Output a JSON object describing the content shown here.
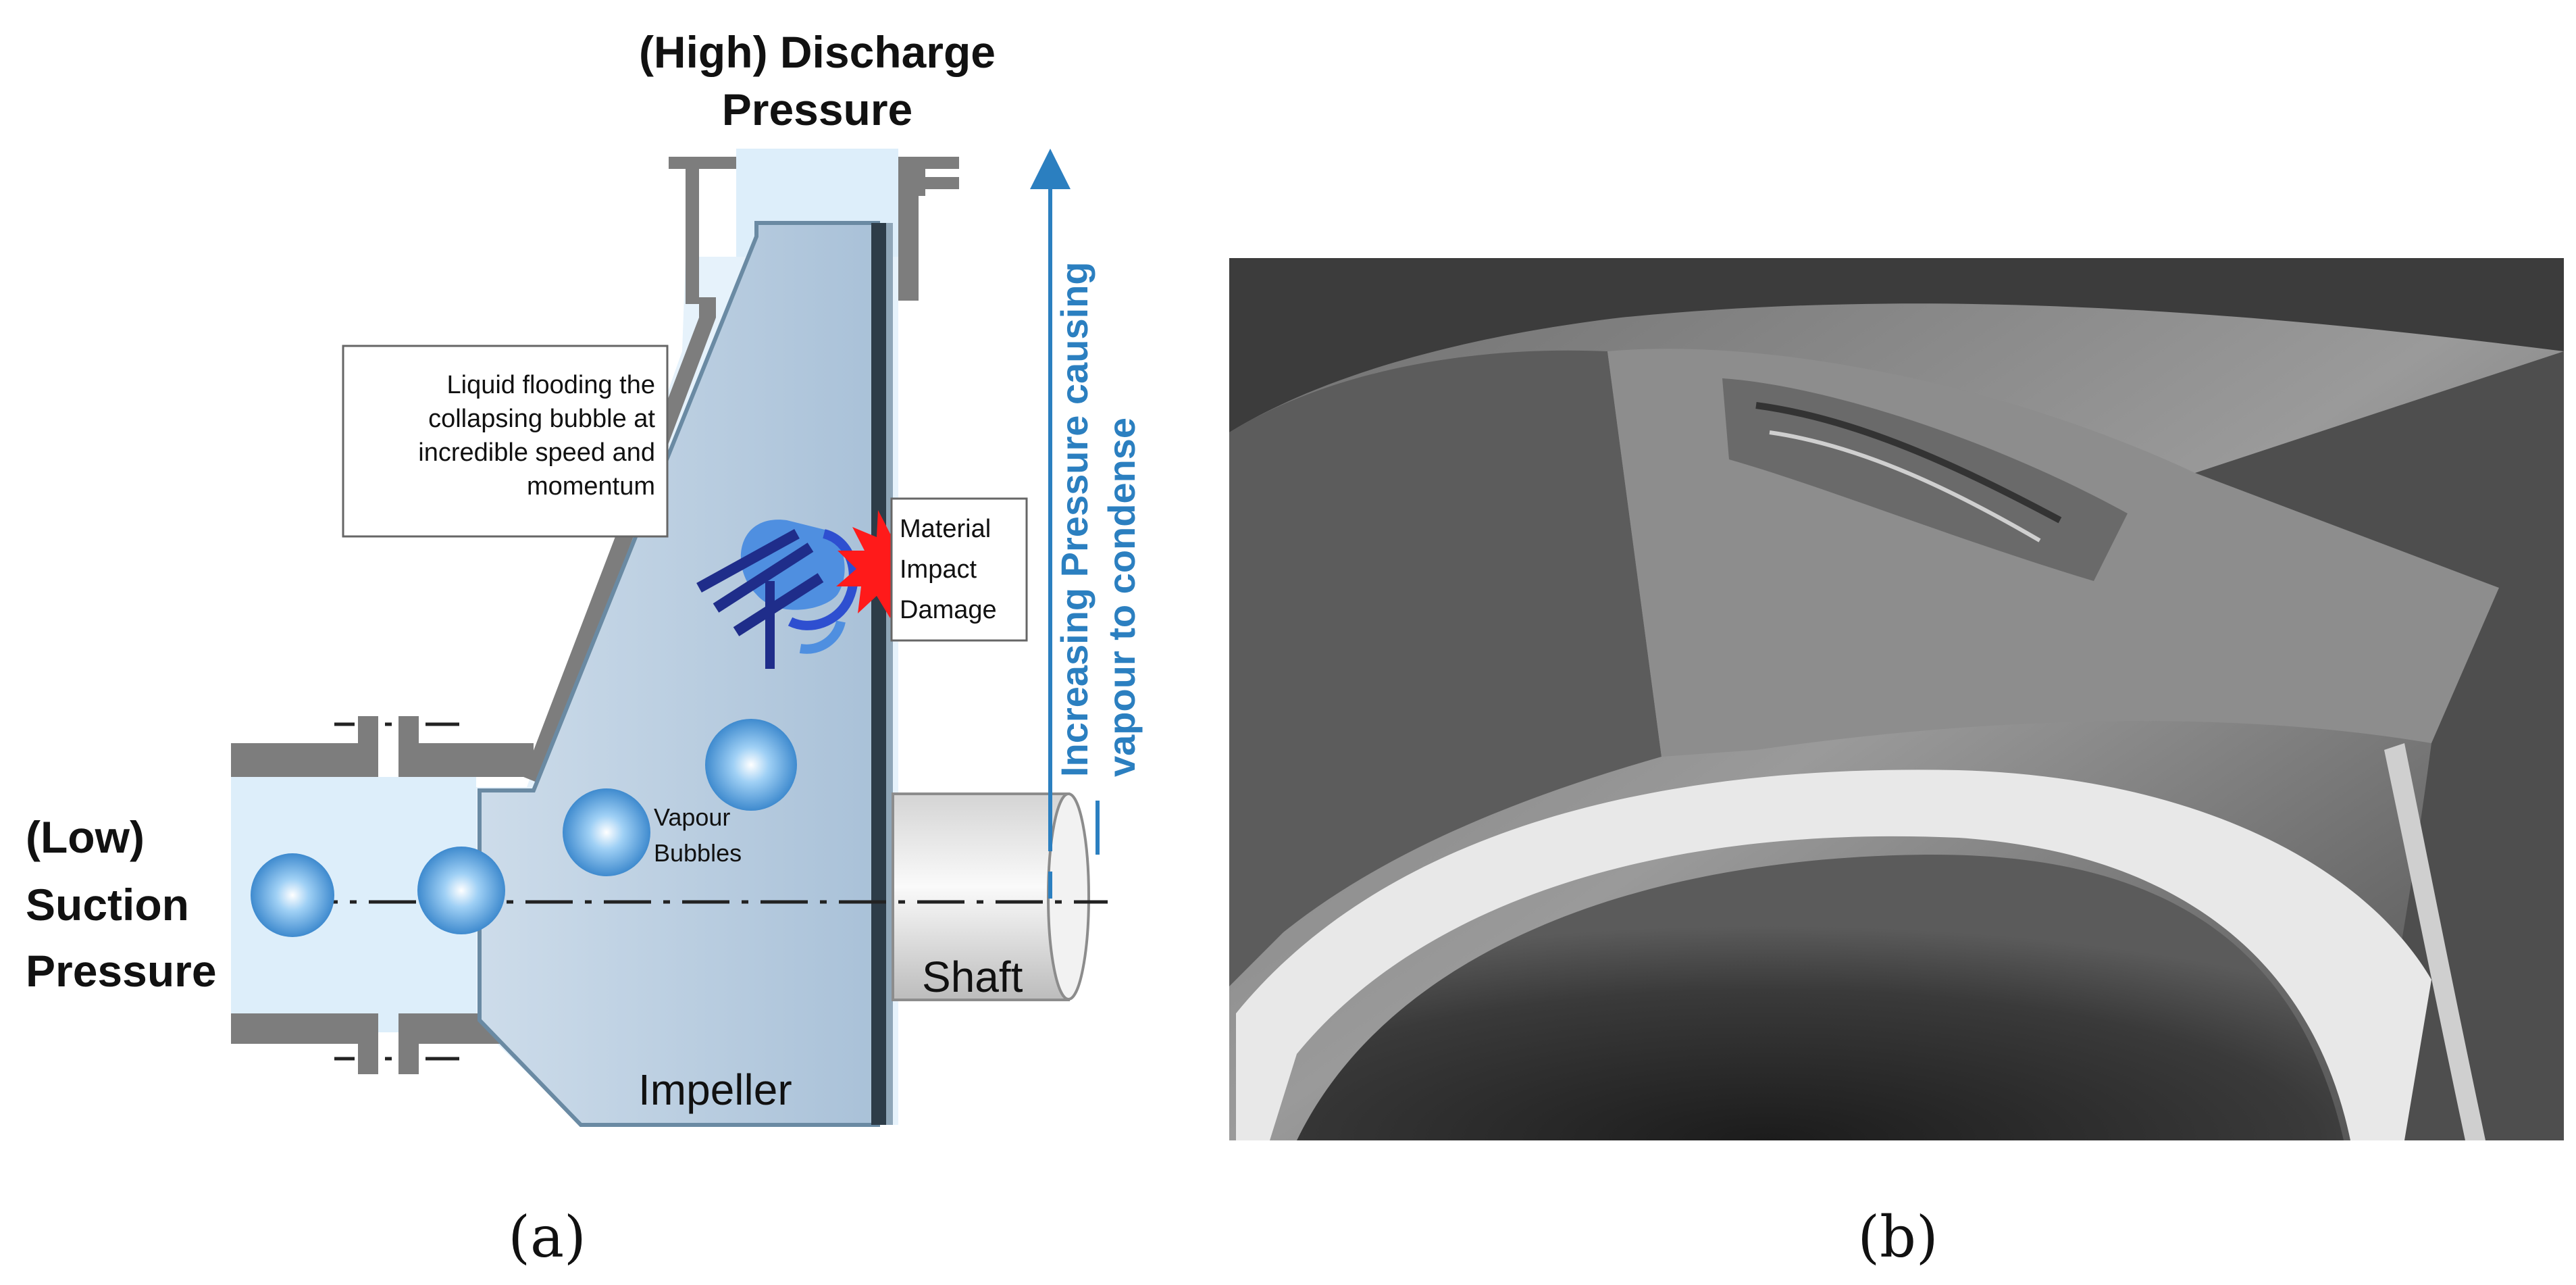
{
  "panel_a": {
    "discharge_label_1": "(High) Discharge",
    "discharge_label_2": "Pressure",
    "suction_label_1": "(Low)",
    "suction_label_2": "Suction",
    "suction_label_3": "Pressure",
    "callout_lines": [
      "Liquid flooding the",
      "collapsing bubble at",
      "incredible speed and",
      "momentum"
    ],
    "damage_lines": [
      "Material",
      "Impact",
      "Damage"
    ],
    "vapour_lines": [
      "Vapour",
      "Bubbles"
    ],
    "shaft_label": "Shaft",
    "impeller_label": "Impeller",
    "pressure_arrow_line_1": "Increasing Pressure causing",
    "pressure_arrow_line_2": "vapour to condense",
    "colors": {
      "casing": "#7d7d7d",
      "fluid": "#ddeefa",
      "impeller": "#b9cfe0",
      "arrow": "#2b7fc0",
      "bubble": "#5aa5e0",
      "burst": "#ff1a1a",
      "blade": "#1f2d8a"
    }
  },
  "panel_b": {
    "description_icon": "cavitation-damaged-impeller-photo"
  },
  "captions": {
    "a": "(a)",
    "b": "(b)"
  }
}
